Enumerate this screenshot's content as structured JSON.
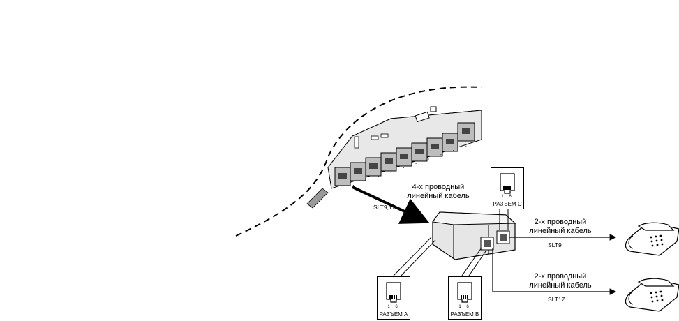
{
  "cable4": {
    "line1": "4-х проводный",
    "line2": "линейный кабель"
  },
  "cable2_top": {
    "line1": "2-х проводный",
    "line2": "линейный кабель"
  },
  "cable2_bottom": {
    "line1": "2-х проводный",
    "line2": "линейный кабель"
  },
  "port_labels": {
    "main": "SLT9,17",
    "top": "SLT9",
    "bottom": "SLT17"
  },
  "jacks": {
    "a": {
      "caption": "РАЗЪЕМ A",
      "pins": "1 6"
    },
    "b": {
      "caption": "РАЗЪЕМ B",
      "pins": "1 6"
    },
    "c": {
      "caption": "РАЗЪЕМ C",
      "pins": "1 6"
    }
  },
  "colors": {
    "line": "#000000",
    "board": "#d9d9d9",
    "adapter": "#e6e6e6"
  },
  "icons": [
    "pcb-board-illustration",
    "adapter-box-illustration",
    "telephone-icon",
    "rj11-jack-icon"
  ]
}
